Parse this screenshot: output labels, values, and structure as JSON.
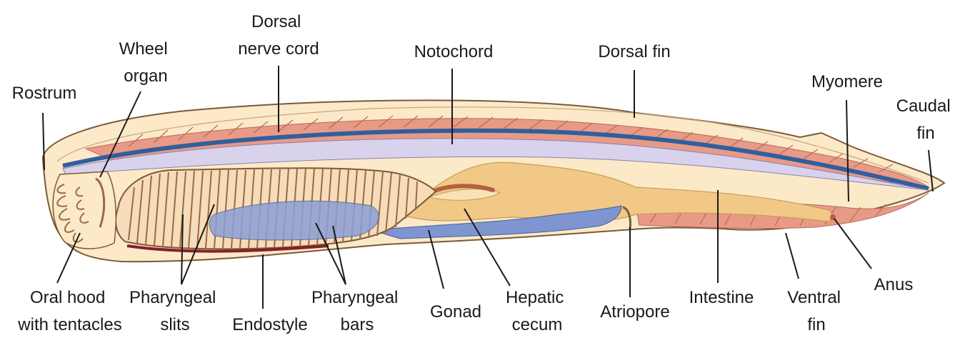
{
  "labels": {
    "dorsal_nerve_cord": [
      "Dorsal",
      "nerve cord"
    ],
    "wheel_organ": [
      "Wheel",
      "organ"
    ],
    "rostrum": [
      "Rostrum"
    ],
    "notochord": [
      "Notochord"
    ],
    "dorsal_fin": [
      "Dorsal fin"
    ],
    "myomere": [
      "Myomere"
    ],
    "caudal_fin": [
      "Caudal",
      "fin"
    ],
    "oral_hood": [
      "Oral hood",
      "with tentacles"
    ],
    "pharyngeal_slits": [
      "Pharyngeal",
      "slits"
    ],
    "endostyle": [
      "Endostyle"
    ],
    "pharyngeal_bars": [
      "Pharyngeal",
      "bars"
    ],
    "gonad": [
      "Gonad"
    ],
    "hepatic_cecum": [
      "Hepatic",
      "cecum"
    ],
    "atriopore": [
      "Atriopore"
    ],
    "intestine": [
      "Intestine"
    ],
    "ventral_fin": [
      "Ventral",
      "fin"
    ],
    "anus": [
      "Anus"
    ]
  },
  "colors": {
    "body_fill": "#fbe9c8",
    "body_outline": "#7a5a3a",
    "muscle": "#e89a86",
    "nerve_cord": "#2f5f9e",
    "notochord": "#d9d2ec",
    "gut": "#f2c886",
    "gonad": "#7f95cf",
    "endostyle": "#8a1c2c"
  }
}
